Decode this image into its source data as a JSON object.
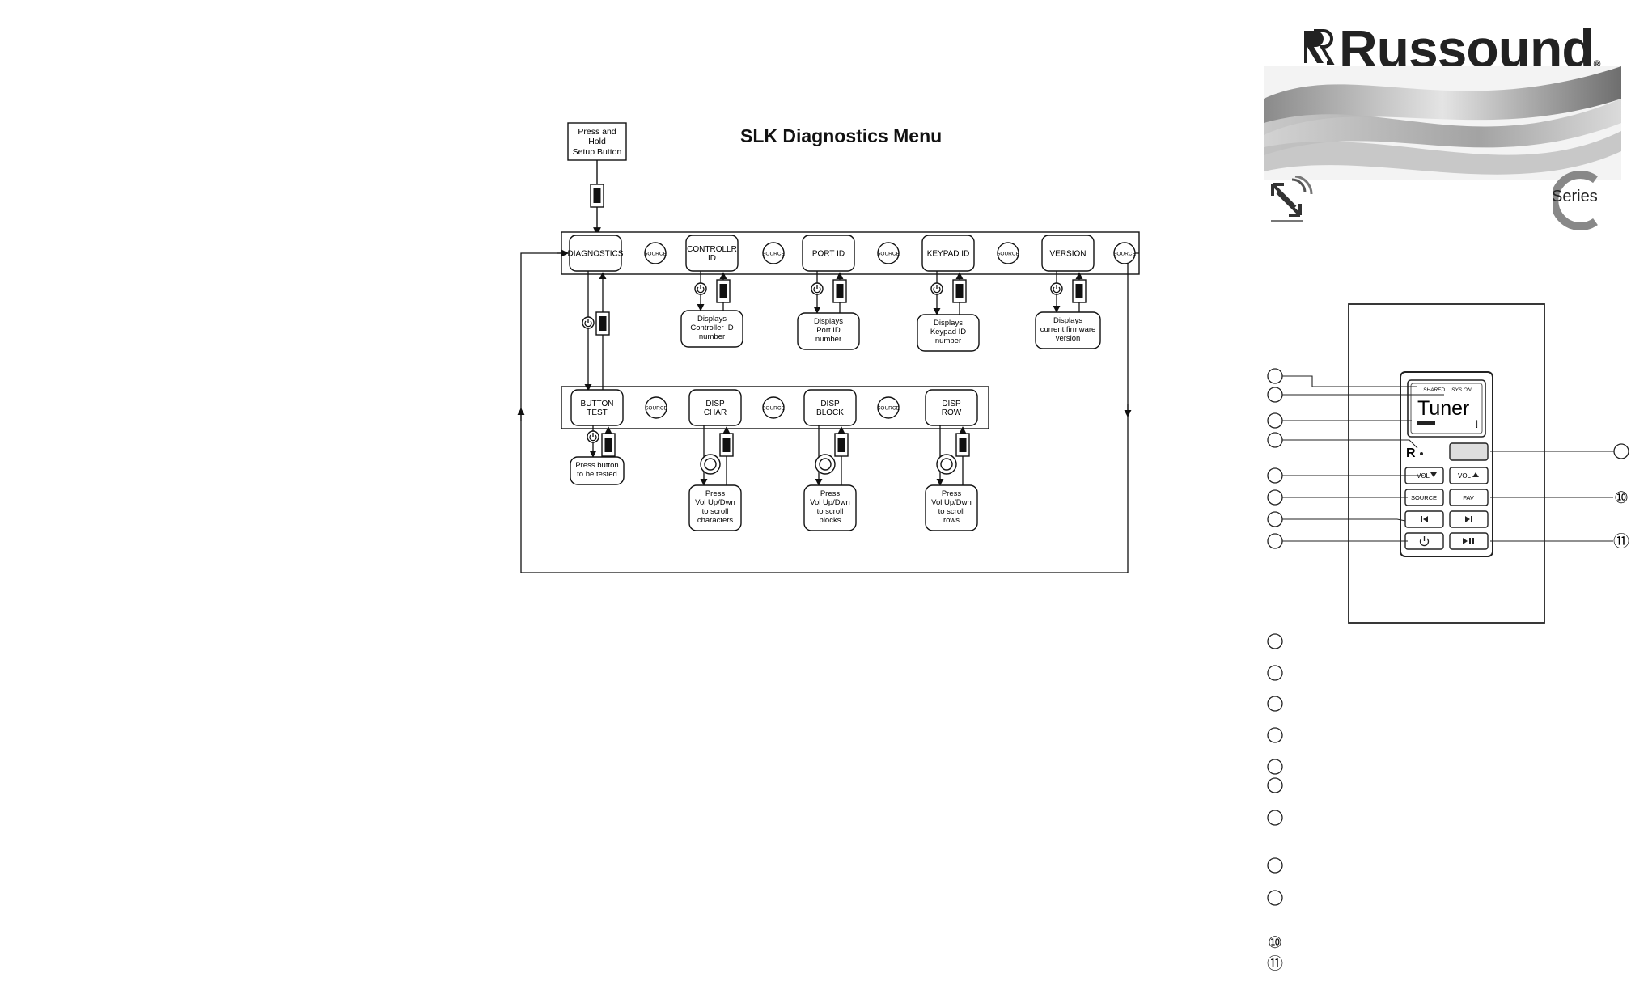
{
  "header": {
    "brand_name": "Russound",
    "brand_registered": "®",
    "series_label": "Series",
    "brand_color": "#222222"
  },
  "diagram": {
    "title": "SLK Diagnostics Menu",
    "start_box": [
      "Press and",
      "Hold",
      "Setup Button"
    ],
    "source_label": "SOURCE",
    "top_row": [
      {
        "lines": [
          "DIAGNOSTICS"
        ]
      },
      {
        "lines": [
          "CONTROLLR",
          "ID"
        ]
      },
      {
        "lines": [
          "PORT ID"
        ]
      },
      {
        "lines": [
          "KEYPAD ID"
        ]
      },
      {
        "lines": [
          "VERSION"
        ]
      }
    ],
    "top_results": [
      {
        "lines": [
          "Displays",
          "Controller ID",
          "number"
        ]
      },
      {
        "lines": [
          "Displays",
          "Port ID",
          "number"
        ]
      },
      {
        "lines": [
          "Displays",
          "Keypad ID",
          "number"
        ]
      },
      {
        "lines": [
          "Displays",
          "current firmware",
          "version"
        ]
      }
    ],
    "bottom_row": [
      {
        "lines": [
          "BUTTON",
          "TEST"
        ]
      },
      {
        "lines": [
          "DISP",
          "CHAR"
        ]
      },
      {
        "lines": [
          "DISP",
          "BLOCK"
        ]
      },
      {
        "lines": [
          "DISP",
          "ROW"
        ]
      }
    ],
    "bottom_results": [
      {
        "lines": [
          "Press button",
          "to be tested"
        ]
      },
      {
        "lines": [
          "Press",
          "Vol Up/Dwn",
          "to scroll",
          "characters"
        ]
      },
      {
        "lines": [
          "Press",
          "Vol Up/Dwn",
          "to scroll",
          "blocks"
        ]
      },
      {
        "lines": [
          "Press",
          "Vol Up/Dwn",
          "to scroll",
          "rows"
        ]
      }
    ]
  },
  "keypad": {
    "status_shared": "SHARED",
    "status_sys_on": "SYS ON",
    "display_text": "Tuner",
    "buttons": {
      "vol_down": "VOL",
      "vol_up": "VOL",
      "source": "SOURCE",
      "fav": "FAV"
    },
    "callout_10": "⑩",
    "callout_11": "⑪"
  },
  "legend": {
    "item_10": "⑩",
    "item_11": "⑪"
  }
}
